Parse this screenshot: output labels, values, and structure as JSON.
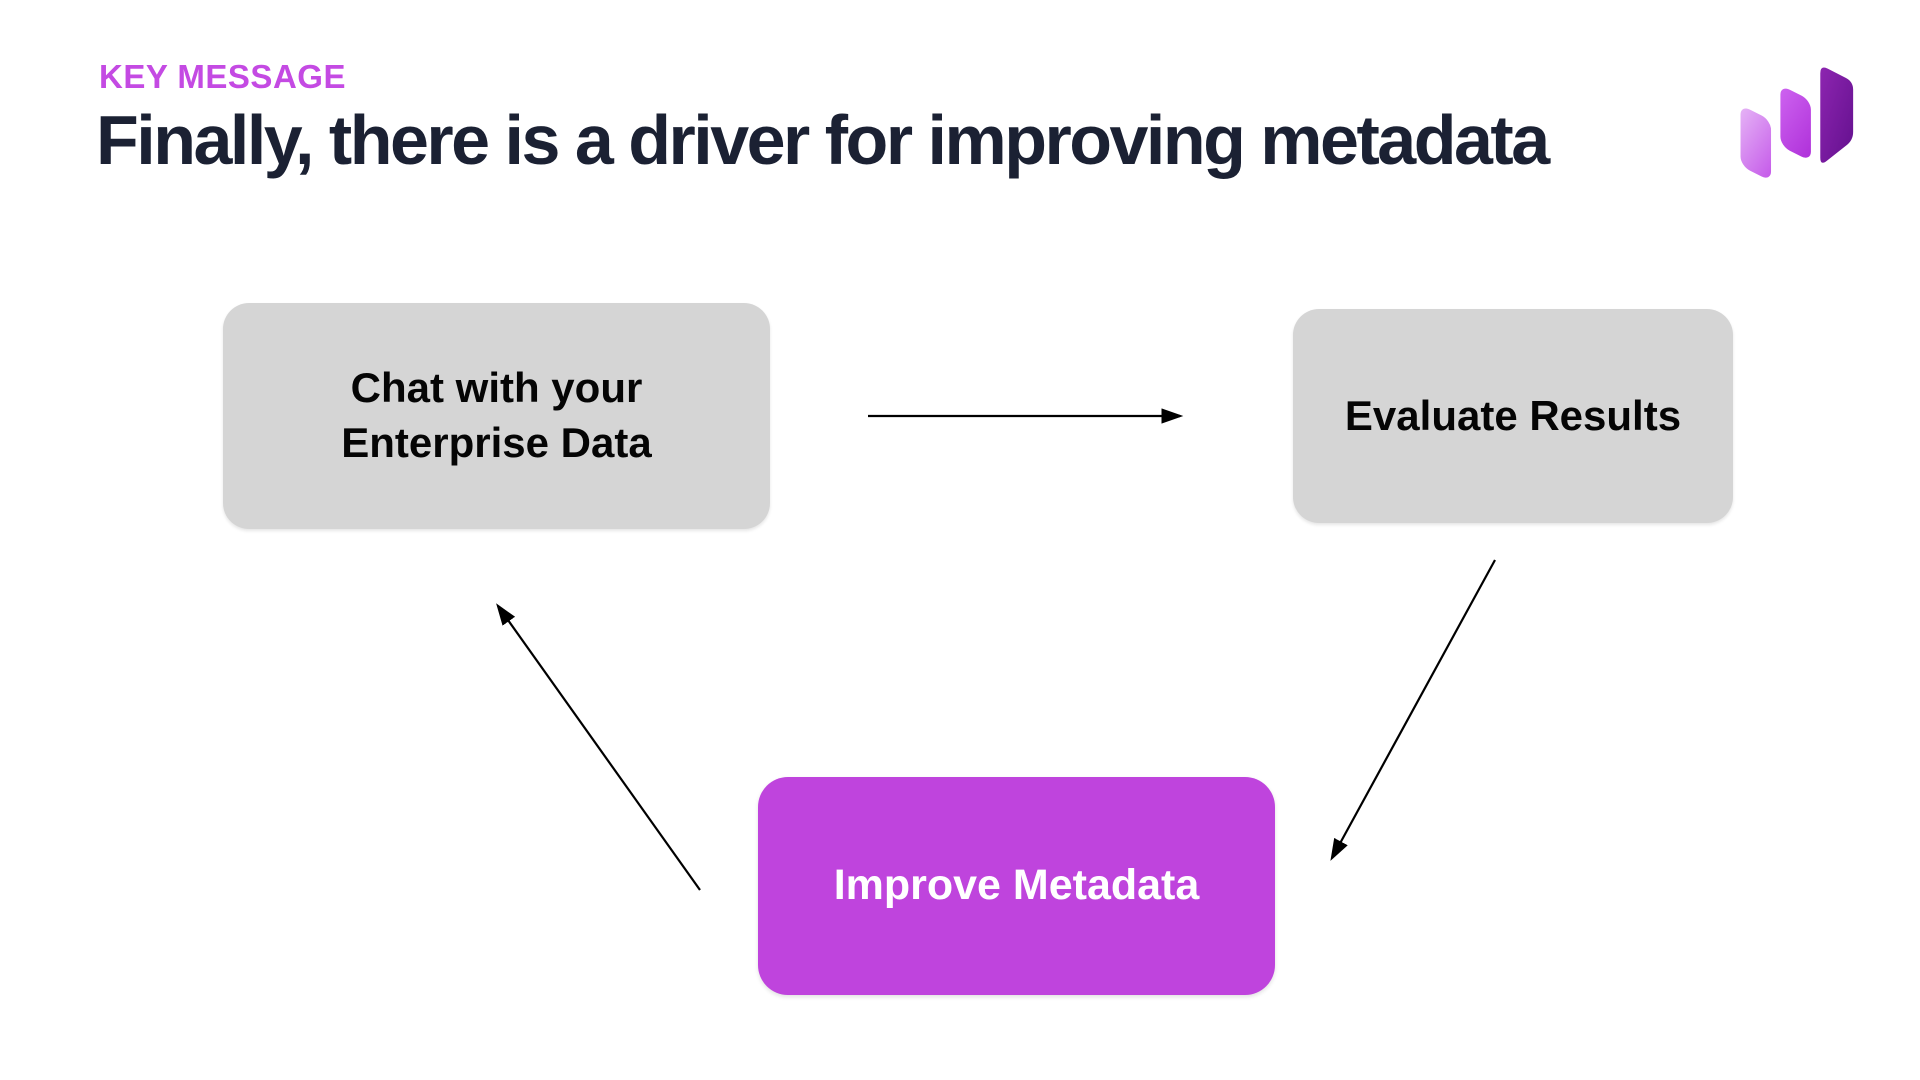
{
  "slide": {
    "eyebrow": "KEY MESSAGE",
    "eyebrow_color": "#c44ae3",
    "title": "Finally, there is a driver for improving metadata",
    "title_color": "#1b2133",
    "background_color": "#ffffff"
  },
  "logo": {
    "name": "purple-stacked-cards-logo",
    "colors": {
      "light_card": [
        "#e6b5f6",
        "#c457e9"
      ],
      "middle_card": [
        "#ce64f0",
        "#ae2fd9"
      ],
      "dark_card": [
        "#8d25b0",
        "#63108e"
      ]
    }
  },
  "diagram": {
    "type": "cycle",
    "arrow_color": "#000000",
    "nodes": [
      {
        "id": "chat",
        "label": "Chat with your Enterprise Data",
        "bg": "#d5d5d5",
        "text_color": "#050505"
      },
      {
        "id": "evaluate",
        "label": "Evaluate Results",
        "bg": "#d5d5d5",
        "text_color": "#050505"
      },
      {
        "id": "improve",
        "label": "Improve Metadata",
        "bg": "#bf44dd",
        "text_color": "#ffffff"
      }
    ],
    "arrows": [
      {
        "from": "chat",
        "to": "evaluate"
      },
      {
        "from": "evaluate",
        "to": "improve"
      },
      {
        "from": "improve",
        "to": "chat"
      }
    ]
  }
}
